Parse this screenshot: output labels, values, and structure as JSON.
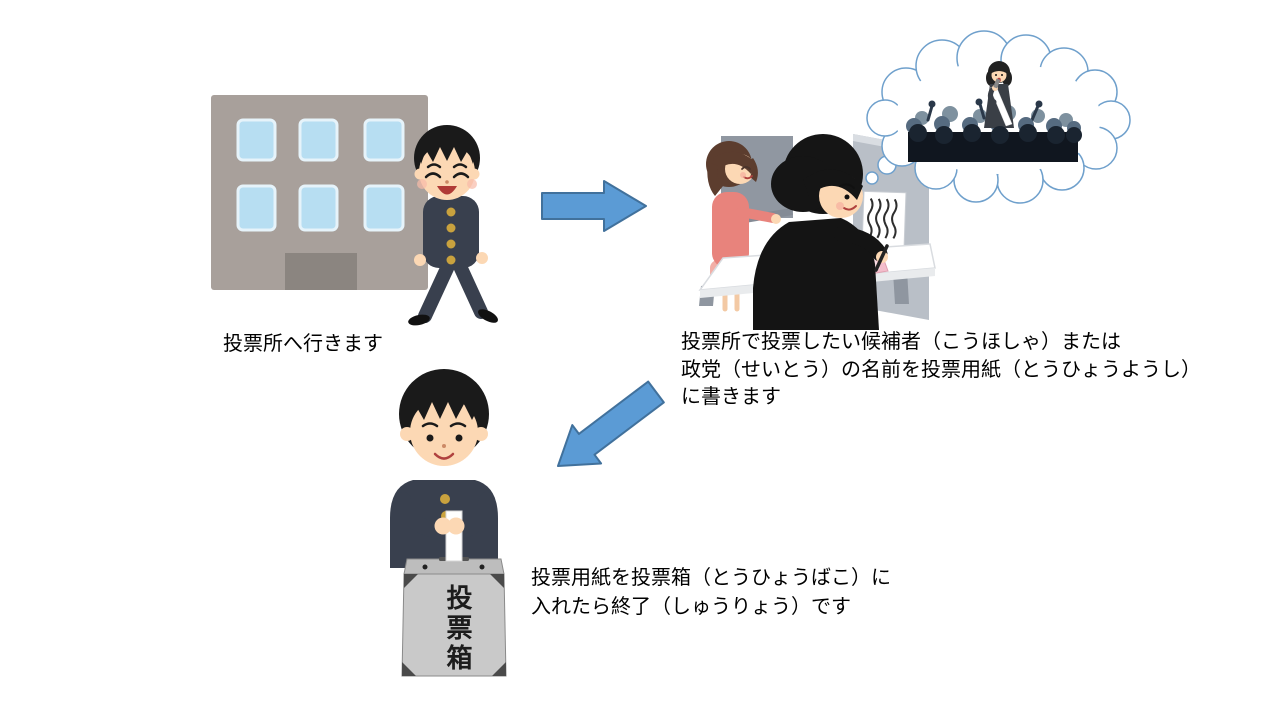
{
  "slide_type": "voting-process-steps",
  "steps": [
    {
      "name": "go-to-polling-station",
      "lines": [
        "投票所へ行きます"
      ]
    },
    {
      "name": "write-candidate-or-party-on-ballot",
      "lines": [
        "投票所で投票したい候補者（こうほしゃ）または",
        "政党（せいとう）の名前を投票用紙（とうひょうようし）",
        "に書きます"
      ]
    },
    {
      "name": "put-ballot-in-ballot-box",
      "lines": [
        "投票用紙を投票箱（とうひょうばこ）に",
        "入れたら終了（しゅうりょう）です"
      ]
    }
  ],
  "ballot_box": {
    "label": "投票箱"
  },
  "illustrations": {
    "step1": "polling-station-building-with-walking-student",
    "step2": "voters-writing-in-voting-booths-with-thought-bubble-of-campaign-speech",
    "step3": "student-inserting-ballot-into-ballot-box",
    "arrow1": "block-arrow-right",
    "arrow2": "block-arrow-down-left"
  },
  "colors": {
    "background": "#FFFFFF",
    "text": "#000000",
    "arrow_fill": "#5B9BD5",
    "arrow_stroke": "#41719C",
    "cloud_outline": "#6FA0CC",
    "building_wall": "#A8A09B",
    "building_window": "#B7DEF2",
    "building_door": "#8B8580",
    "uniform_navy": "#39404E",
    "skin": "#FCD8B4",
    "woman_dress": "#E8837C",
    "woman_skirt": "#F2AFA7",
    "hair_brown": "#5C3D2E",
    "booth_gray": "#B9BFC7",
    "ballot_pink": "#F3BDCB",
    "ballot_box_gray": "#C9C9C9",
    "button_gold": "#C9A23E"
  }
}
